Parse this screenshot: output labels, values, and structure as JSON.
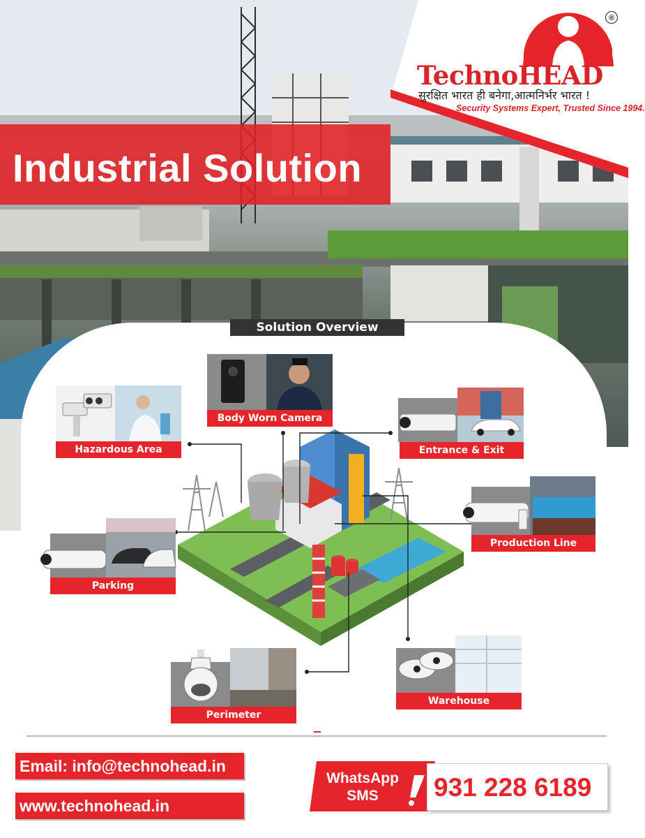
{
  "brand": {
    "name": "TechnoHEAD",
    "registered": "®",
    "hindi_tagline": "सुरक्षित भारत ही बनेगा,आत्मनिर्भर भारत !",
    "tagline": "Security Systems Expert, Trusted Since 1994."
  },
  "banner": {
    "title": "Industrial Solution"
  },
  "overview": {
    "heading": "Solution Overview",
    "tiles": [
      {
        "label": "Body Worn Camera",
        "icon": "body-worn-camera-icon"
      },
      {
        "label": "Hazardous Area",
        "icon": "thermal-camera-icon"
      },
      {
        "label": "Entrance & Exit",
        "icon": "box-camera-icon"
      },
      {
        "label": "Production Line",
        "icon": "bullet-camera-icon"
      },
      {
        "label": "Parking",
        "icon": "bullet-camera-icon"
      },
      {
        "label": "Warehouse",
        "icon": "fisheye-camera-icon"
      },
      {
        "label": "Perimeter",
        "icon": "ptz-dome-camera-icon"
      }
    ]
  },
  "contact": {
    "email": "Email: info@technohead.in",
    "website": "www.technohead.in",
    "whatsapp": "WhatsApp",
    "sms": "SMS",
    "phone": "931 228 6189"
  },
  "colors": {
    "brand_red": "#e6242b",
    "dark": "#333333"
  }
}
